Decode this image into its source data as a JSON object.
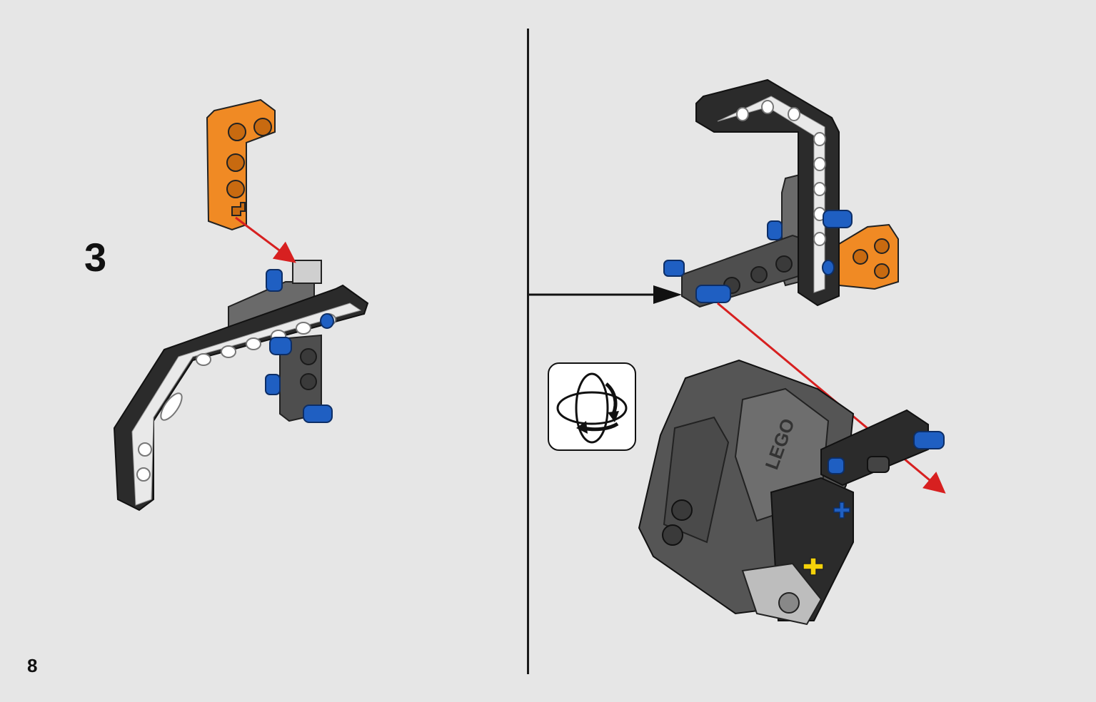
{
  "step": {
    "number": "3"
  },
  "page": {
    "number": "8"
  },
  "part": {
    "logo_text": "LEGO"
  },
  "icons": {
    "rotate": "rotate-model-icon",
    "callout_arrow": "arrow-right-icon"
  },
  "colors": {
    "background": "#e6e6e6",
    "orange": "#f08a24",
    "black_beam": "#2b2b2b",
    "dark_grey": "#5a5a5a",
    "blue_pin": "#1f5fc2",
    "red_arrow": "#d72020"
  }
}
